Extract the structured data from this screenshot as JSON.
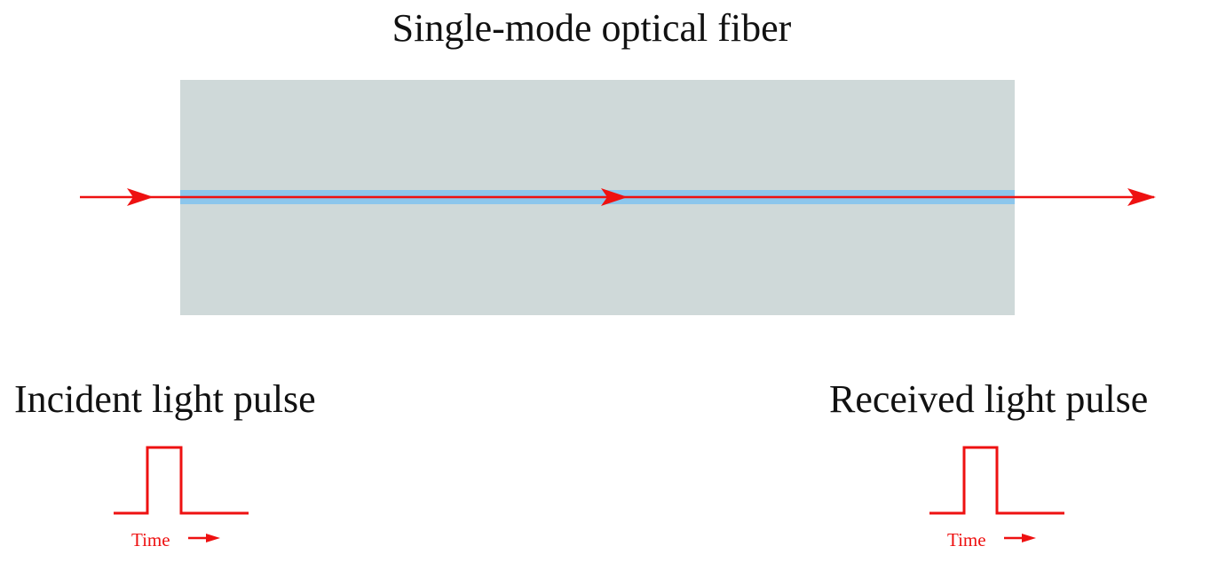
{
  "title": "Single-mode optical fiber",
  "incident_label": "Incident light pulse",
  "received_label": "Received light pulse",
  "time_label": "Time",
  "colors": {
    "cladding": "#cfd9d9",
    "core": "#8cc6ec",
    "light": "#ee1111",
    "text": "#111111"
  }
}
